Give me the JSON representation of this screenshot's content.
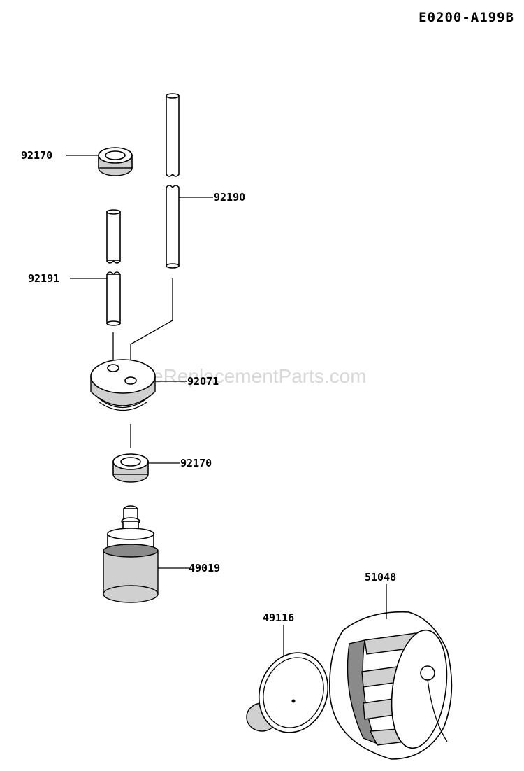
{
  "diagram_id": "E0200-A199B",
  "watermark": "eReplacementParts.com",
  "callouts": [
    {
      "id": "seal-top",
      "label": "92170"
    },
    {
      "id": "tube-long",
      "label": "92190"
    },
    {
      "id": "tube-short",
      "label": "92191"
    },
    {
      "id": "grommet",
      "label": "92071"
    },
    {
      "id": "seal-bottom",
      "label": "92170"
    },
    {
      "id": "filter",
      "label": "49019"
    },
    {
      "id": "cap",
      "label": "51048"
    },
    {
      "id": "diaphragm",
      "label": "49116"
    }
  ]
}
